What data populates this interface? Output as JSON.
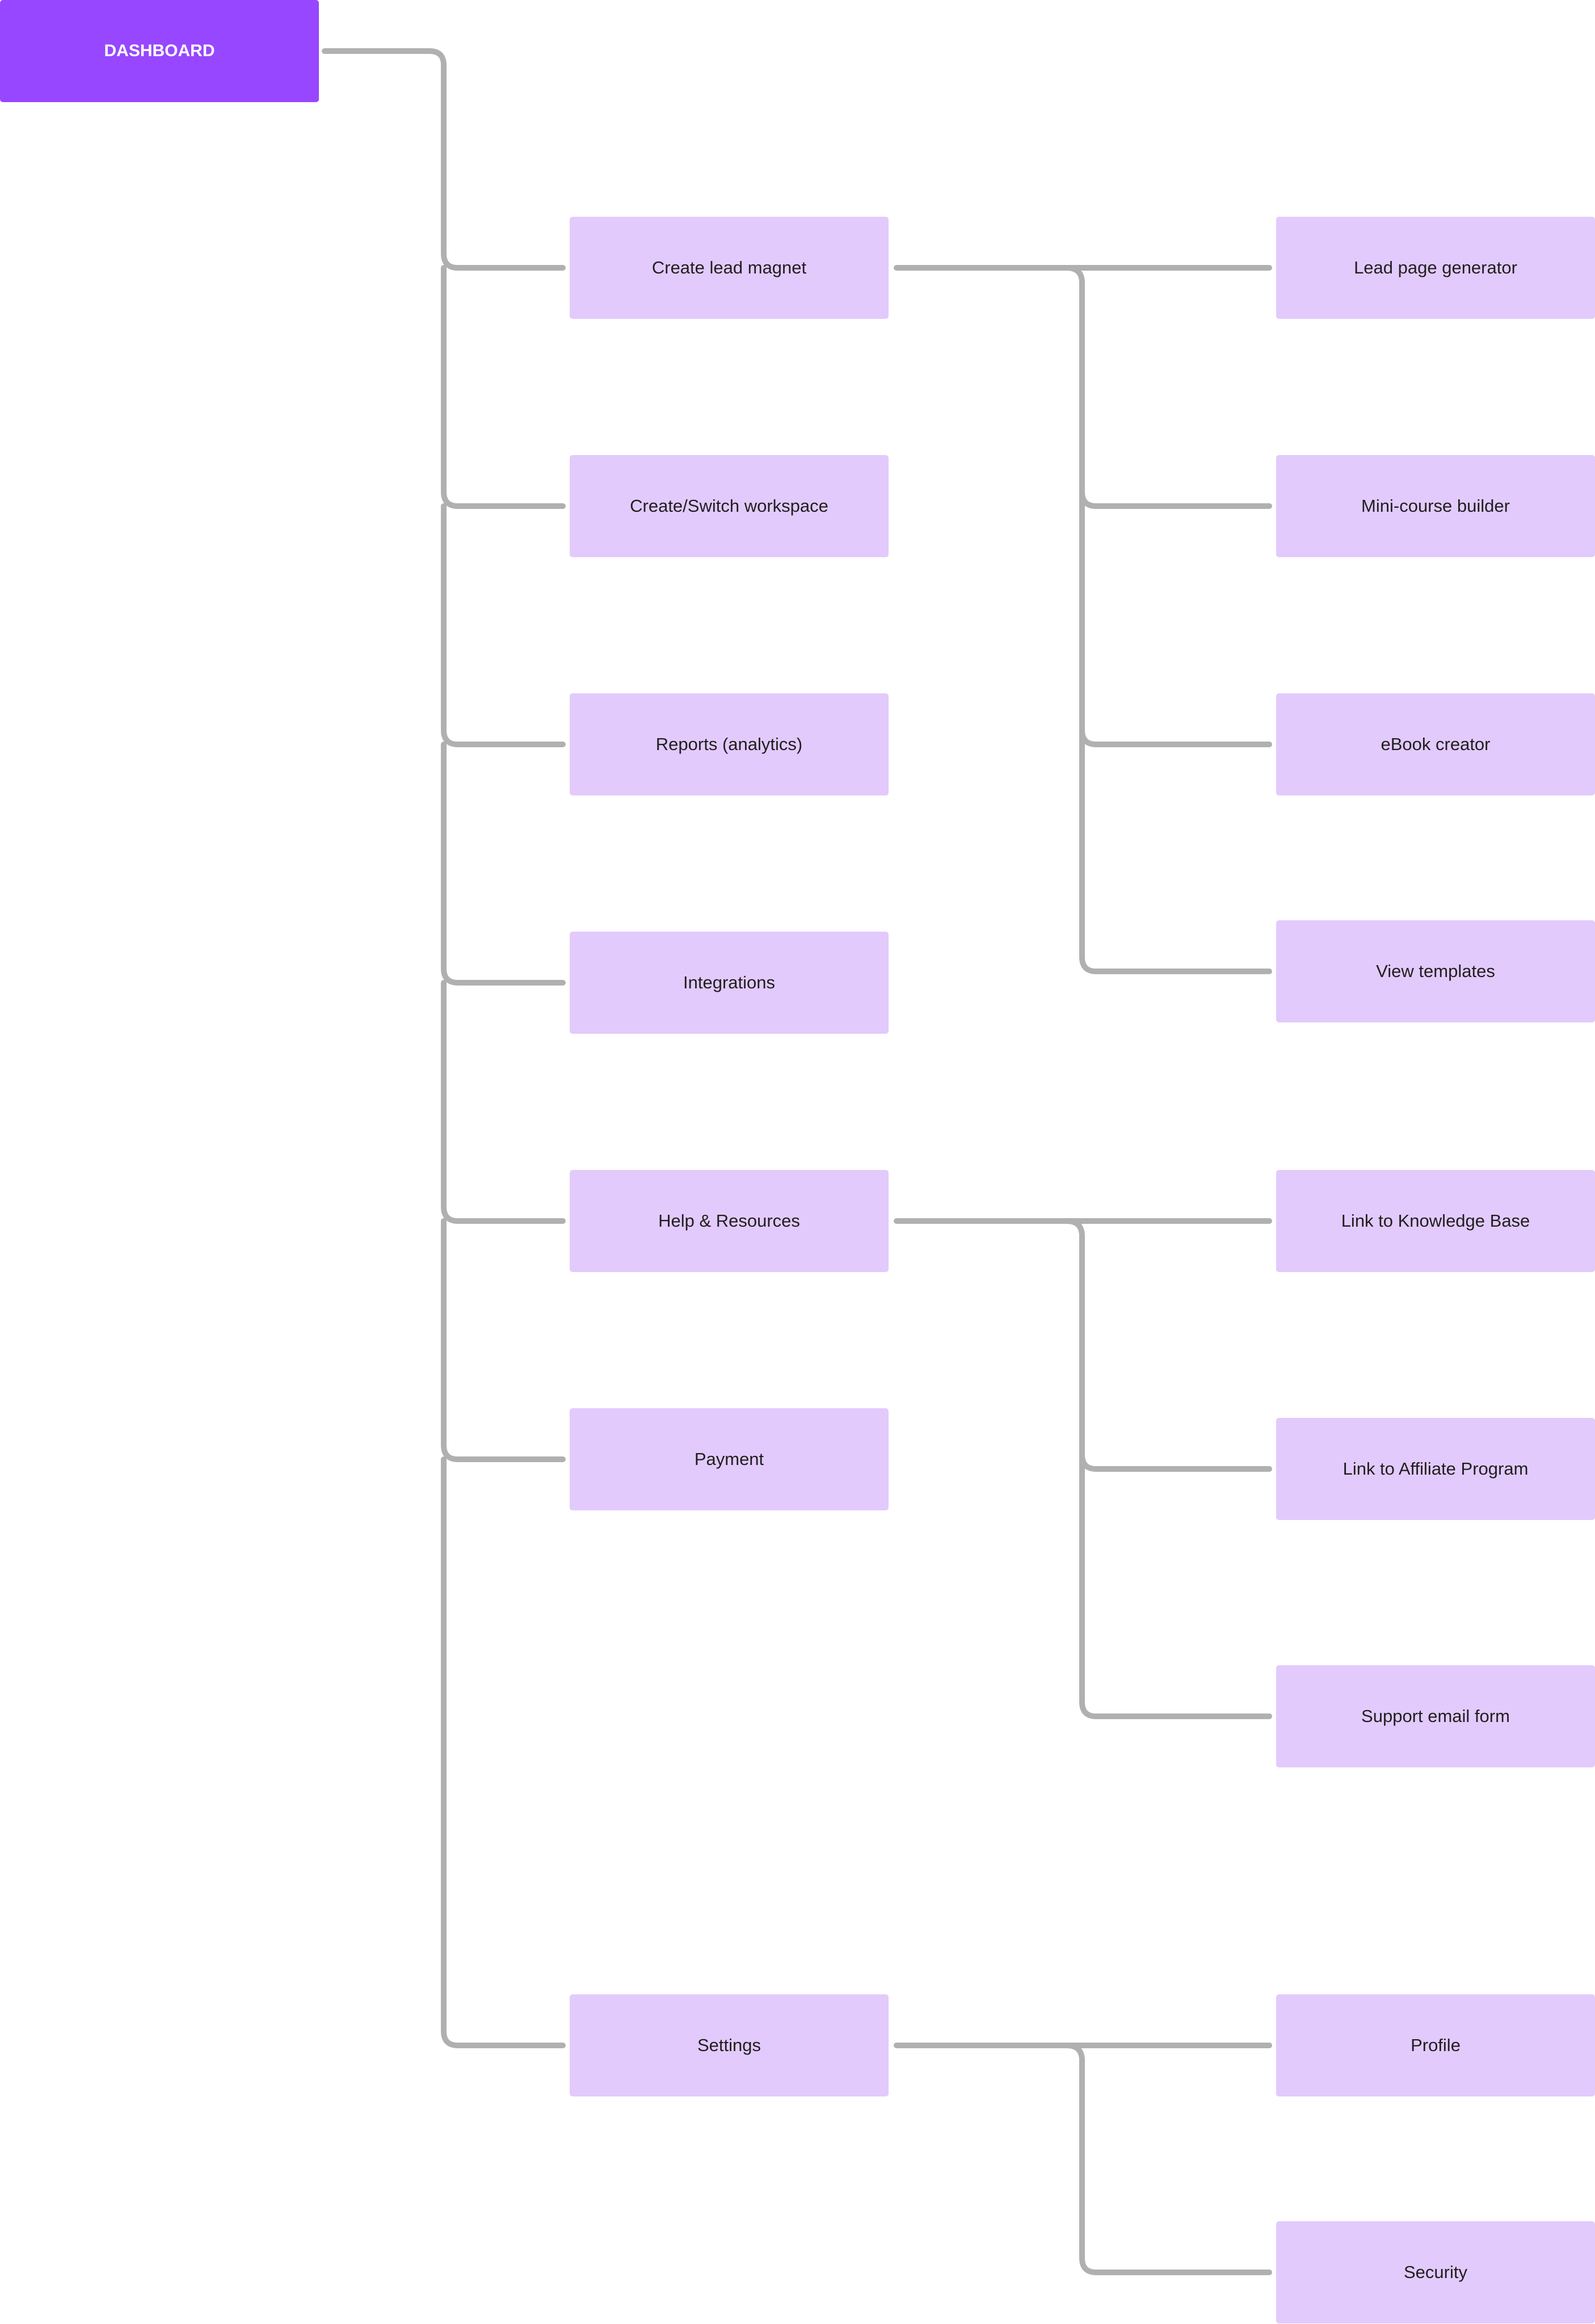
{
  "diagram": {
    "root": {
      "label": "DASHBOARD"
    },
    "branches": [
      {
        "label": "Create lead magnet",
        "children": [
          "Lead page generator",
          "Mini-course builder",
          "eBook creator",
          "View templates"
        ]
      },
      {
        "label": "Create/Switch workspace",
        "children": []
      },
      {
        "label": "Reports (analytics)",
        "children": []
      },
      {
        "label": "Integrations",
        "children": []
      },
      {
        "label": "Help & Resources",
        "children": [
          "Link to Knowledge Base",
          "Link to Affiliate Program",
          "Support email form"
        ]
      },
      {
        "label": "Payment",
        "children": []
      },
      {
        "label": "Settings",
        "children": [
          "Profile",
          "Security"
        ]
      }
    ],
    "colors": {
      "root_fill": "#9747ff",
      "node_fill": "#e3cafc",
      "connector": "#b0b0b0"
    }
  }
}
